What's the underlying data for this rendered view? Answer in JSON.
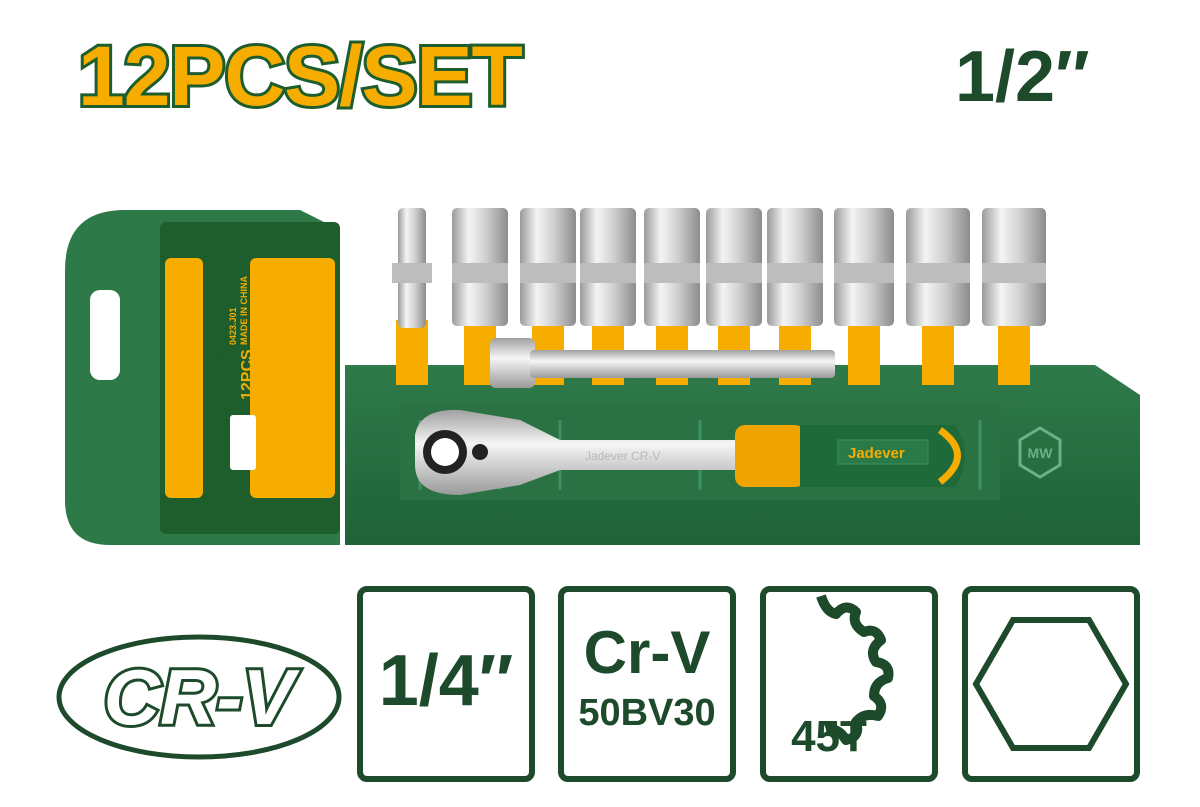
{
  "header": {
    "title": "12PCS/SET",
    "drive_size": "1/2″"
  },
  "package_card": {
    "brand": "Jadever",
    "count": "12PCS",
    "material_badge": "CR-V",
    "model": "0423.J01",
    "origin": "MADE IN CHINA",
    "social_handle": "Jadever"
  },
  "ratchet": {
    "handle_brand": "Jadever",
    "shaft_engraving": "Jadever CR-V"
  },
  "tray_logo": "MW",
  "features": {
    "material_logo": "CR-V",
    "drive": "1/4″",
    "steel_name": "Cr-V",
    "steel_grade": "50BV30",
    "teeth": "45T"
  },
  "colors": {
    "brand_green": "#1d5e2c",
    "brand_yellow": "#f7ac00",
    "tray_green": "#2f7a4a"
  }
}
